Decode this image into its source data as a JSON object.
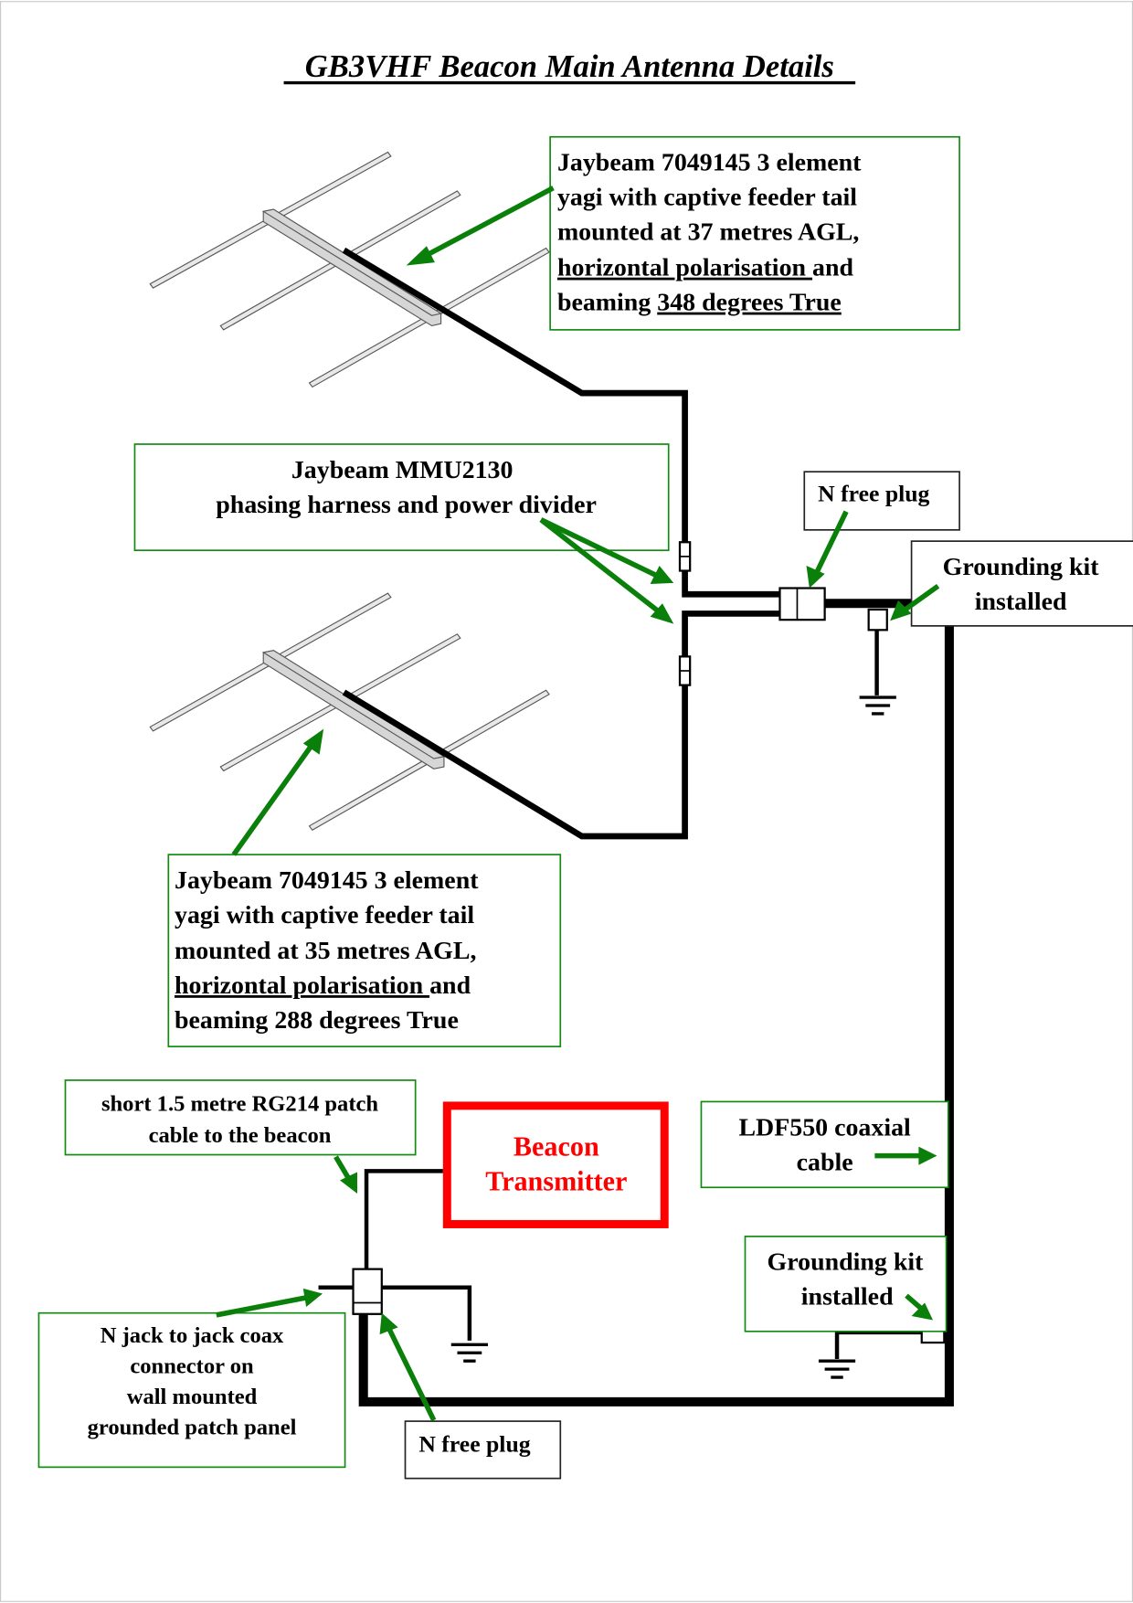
{
  "title": "GB3VHF Beacon Main Antenna Details",
  "colors": {
    "callout_border": "#108a10",
    "arrow": "#0a7f0a",
    "transmitter": "#ff0000",
    "cable": "#000000"
  },
  "upper_antenna": {
    "lines": [
      "Jaybeam 7049145 3 element",
      "yagi with captive feeder tail",
      "mounted at 37 metres AGL,",
      "horizontal polarisation ",
      "beaming ",
      "348 degrees True"
    ],
    "and_word": "and",
    "model": "Jaybeam 7049145",
    "elements": 3,
    "height_m": 37,
    "polarisation": "horizontal",
    "bearing_deg_true": 348
  },
  "harness": {
    "lines": [
      "Jaybeam MMU2130",
      "phasing harness and power divider"
    ]
  },
  "n_free_plug_top": {
    "label": "N free plug"
  },
  "grounding_kit_top": {
    "lines": [
      "Grounding kit",
      "installed"
    ]
  },
  "lower_antenna": {
    "lines": [
      "Jaybeam 7049145 3 element",
      "yagi with captive feeder tail",
      "mounted at 35 metres AGL,",
      "horizontal polarisation ",
      "beaming 288 degrees True"
    ],
    "and_word": "and",
    "model": "Jaybeam 7049145",
    "elements": 3,
    "height_m": 35,
    "polarisation": "horizontal",
    "bearing_deg_true": 288
  },
  "patch_cable": {
    "lines": [
      "short 1.5 metre RG214 patch",
      "cable to the beacon"
    ]
  },
  "transmitter": {
    "lines": [
      "Beacon",
      "Transmitter"
    ]
  },
  "ldf550": {
    "lines": [
      "LDF550 coaxial",
      "cable"
    ]
  },
  "grounding_kit_bottom": {
    "lines": [
      "Grounding kit",
      "installed"
    ]
  },
  "jack_connector": {
    "lines": [
      "N jack to jack coax",
      "connector on",
      "wall mounted",
      "grounded patch panel"
    ]
  },
  "n_free_plug_bottom": {
    "label": "N free plug"
  }
}
